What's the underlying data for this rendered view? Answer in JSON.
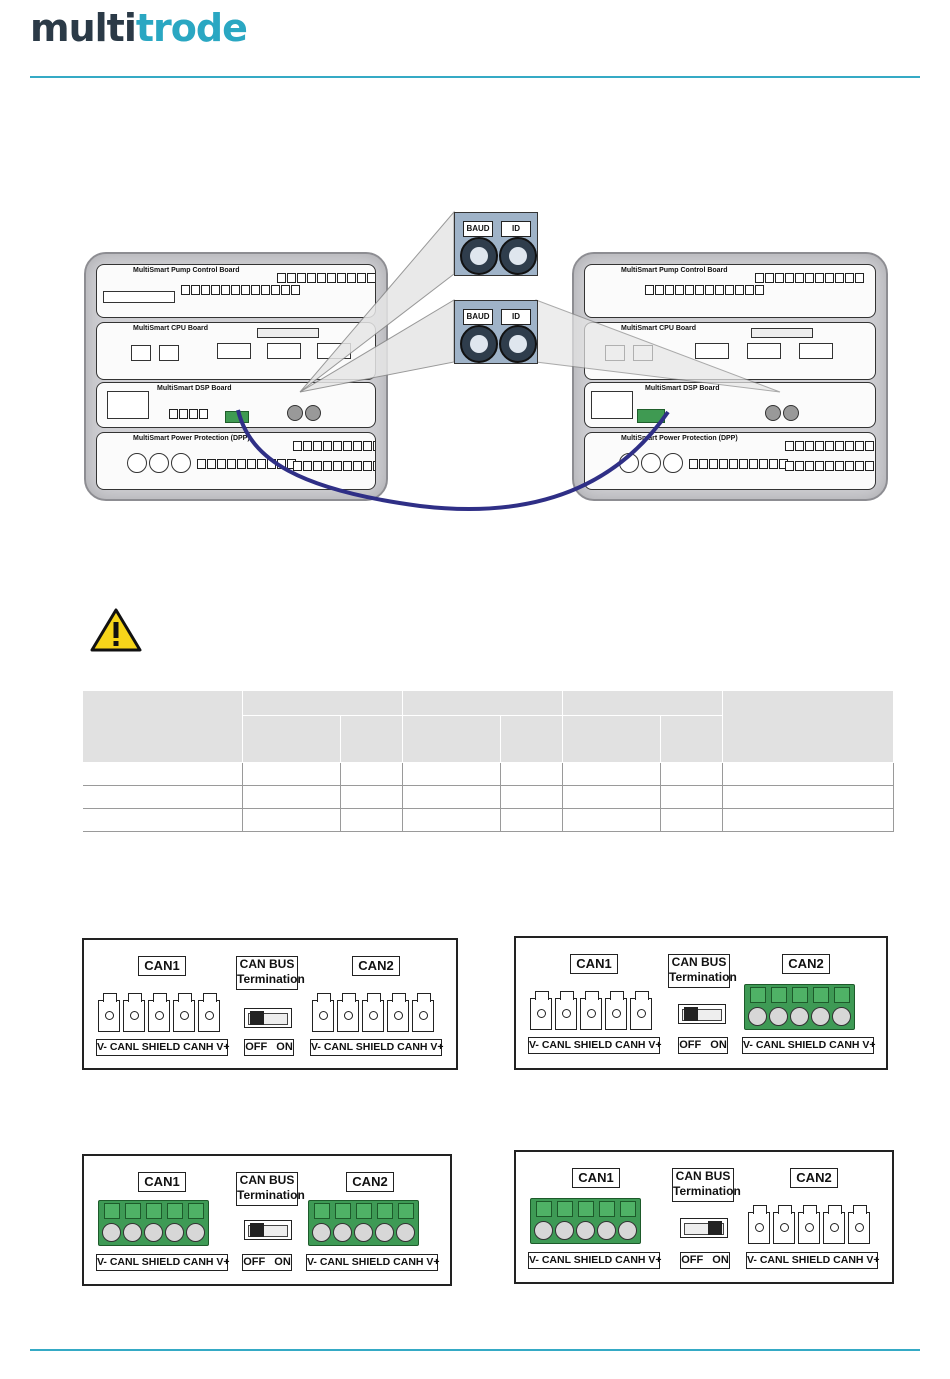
{
  "logo": {
    "part1": "multi",
    "part2": "trode"
  },
  "diagram": {
    "board_names": [
      "MultiSmart Pump Control Board",
      "MultiSmart CPU Board",
      "MultiSmart DSP Board",
      "MultiSmart Power Protection (DPP)"
    ],
    "callout_labels": [
      "BAUD",
      "ID"
    ],
    "cable_color": "#2f2f86"
  },
  "accent_color": "#35aac5",
  "can_panels": {
    "labels": {
      "can1": "CAN1",
      "can2": "CAN2",
      "bus_line1": "CAN BUS",
      "bus_line2": "Termination",
      "pins": "V-  CANL SHIELD CANH  V+",
      "offon": "OFF ON"
    }
  }
}
